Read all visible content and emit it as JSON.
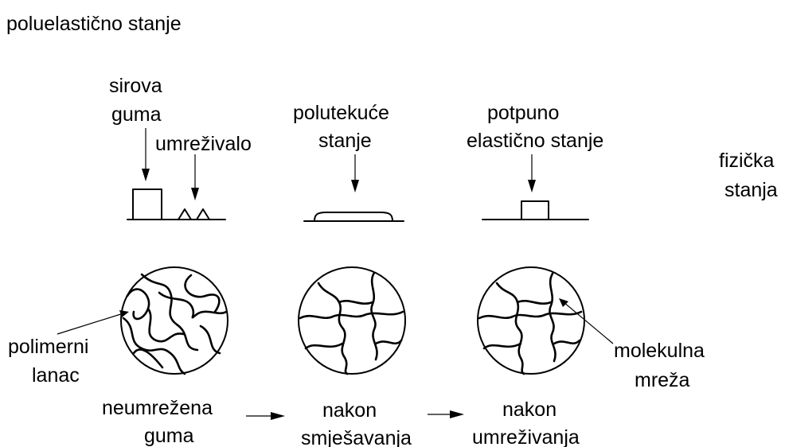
{
  "diagram": {
    "title": "poluelastično stanje",
    "top": {
      "sirova_line1": "sirova",
      "sirova_line2": "guma",
      "umrezivalo": "umreživalo",
      "polutekuce_line1": "polutekuće",
      "polutekuce_line2": "stanje",
      "potpuno_line1": "potpuno",
      "potpuno_line2": "elastično stanje",
      "fizicka_line1": "fizička",
      "fizicka_line2": "stanja"
    },
    "side": {
      "polimerni_line1": "polimerni",
      "polimerni_line2": "lanac",
      "molekulna_line1": "molekulna",
      "molekulna_line2": "mreža"
    },
    "bottom": {
      "neumrezena_line1": "neumrežena",
      "neumrezena_line2": "guma",
      "nakon1_line1": "nakon",
      "nakon1_line2": "smješavanja",
      "nakon2_line1": "nakon",
      "nakon2_line2": "umreživanja"
    }
  }
}
